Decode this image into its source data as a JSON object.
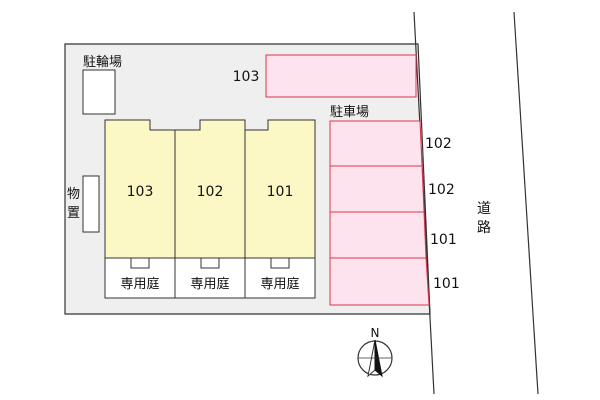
{
  "labels": {
    "bicycle_parking": "駐輪場",
    "storage": "物置",
    "parking": "駐車場",
    "road": "道路",
    "north": "N"
  },
  "units": [
    "103",
    "102",
    "101"
  ],
  "gardens": [
    "専用庭",
    "専用庭",
    "専用庭"
  ],
  "parking_spaces": [
    "103",
    "102",
    "102",
    "101",
    "101"
  ],
  "colors": {
    "lot": "#efefef",
    "unit_fill": "#fbf8c6",
    "parking_fill": "#fde3ee",
    "parking_stroke": "#e0344f",
    "outline": "#333333"
  }
}
